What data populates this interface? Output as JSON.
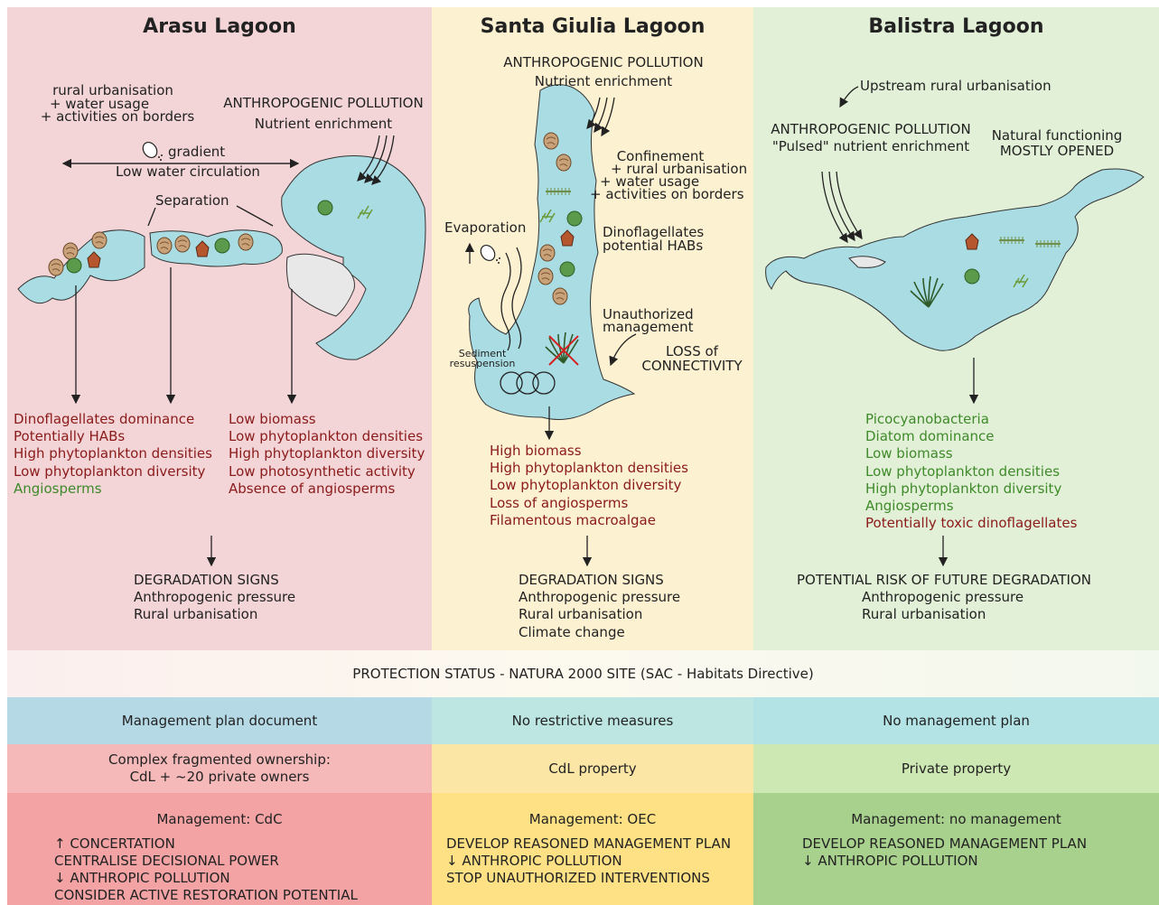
{
  "lagoons": [
    {
      "name": "Arasu Lagoon",
      "drivers": [
        "rural urbanisation",
        "+ water usage",
        "+ activities on borders"
      ],
      "pollution": "ANTHROPOGENIC POLLUTION",
      "nutrient": "Nutrient enrichment",
      "gradient": "gradient",
      "circulation": "Low water circulation",
      "separation": "Separation",
      "list_left": [
        {
          "text": "Dinoflagellates dominance",
          "tone": "negative"
        },
        {
          "text": "Potentially HABs",
          "tone": "negative"
        },
        {
          "text": "High phytoplankton densities",
          "tone": "negative"
        },
        {
          "text": "Low phytoplankton diversity",
          "tone": "negative"
        },
        {
          "text": "Angiosperms",
          "tone": "positive"
        }
      ],
      "list_right": [
        {
          "text": "Low biomass",
          "tone": "negative"
        },
        {
          "text": "Low phytoplankton densities",
          "tone": "negative"
        },
        {
          "text": "High phytoplankton diversity",
          "tone": "negative"
        },
        {
          "text": "Low photosynthetic activity",
          "tone": "negative"
        },
        {
          "text": "Absence of angiosperms",
          "tone": "negative"
        }
      ],
      "outcome": [
        "DEGRADATION SIGNS",
        "Anthropogenic pressure",
        "Rural urbanisation"
      ]
    },
    {
      "name": "Santa Giulia Lagoon",
      "pollution": "ANTHROPOGENIC POLLUTION",
      "nutrient": "Nutrient enrichment",
      "confinement": [
        "Confinement",
        "+ rural urbanisation",
        "+ water usage",
        "+ activities on borders"
      ],
      "evaporation": "Evaporation",
      "dino": [
        "Dinoflagellates",
        "potential HABs"
      ],
      "unauthorized": [
        "Unauthorized",
        "management"
      ],
      "connectivity": [
        "LOSS of",
        "CONNECTIVITY"
      ],
      "sediment": [
        "Sediment",
        "resuspension"
      ],
      "list": [
        {
          "text": "High biomass",
          "tone": "negative"
        },
        {
          "text": "High phytoplankton densities",
          "tone": "negative"
        },
        {
          "text": "Low phytoplankton diversity",
          "tone": "negative"
        },
        {
          "text": "Loss of angiosperms",
          "tone": "negative"
        },
        {
          "text": "Filamentous macroalgae",
          "tone": "negative"
        }
      ],
      "outcome": [
        "DEGRADATION SIGNS",
        "Anthropogenic pressure",
        "Rural urbanisation",
        "Climate change"
      ]
    },
    {
      "name": "Balistra Lagoon",
      "upstream": "Upstream rural urbanisation",
      "pollution": "ANTHROPOGENIC POLLUTION",
      "nutrient": "\"Pulsed\" nutrient enrichment",
      "natural": [
        "Natural functioning",
        "MOSTLY OPENED"
      ],
      "list": [
        {
          "text": "Picocyanobacteria",
          "tone": "positive"
        },
        {
          "text": "Diatom dominance",
          "tone": "positive"
        },
        {
          "text": "Low biomass",
          "tone": "positive"
        },
        {
          "text": "Low phytoplankton densities",
          "tone": "positive"
        },
        {
          "text": "High phytoplankton diversity",
          "tone": "positive"
        },
        {
          "text": "Angiosperms",
          "tone": "positive"
        },
        {
          "text": "Potentially toxic dinoflagellates",
          "tone": "negative"
        }
      ],
      "outcome": [
        "POTENTIAL RISK OF FUTURE DEGRADATION",
        "Anthropogenic pressure",
        "Rural urbanisation"
      ]
    }
  ],
  "protection": "PROTECTION STATUS - NATURA 2000 SITE (SAC - Habitats Directive)",
  "plans": [
    "Management plan document",
    "No restrictive measures",
    "No management plan"
  ],
  "ownership": [
    [
      "Complex fragmented ownership:",
      "CdL + ~20 private owners"
    ],
    [
      "CdL property"
    ],
    [
      "Private property"
    ]
  ],
  "management": [
    {
      "title": "Management: CdC",
      "actions": [
        "↑ CONCERTATION",
        "CENTRALISE DECISIONAL POWER",
        "↓ ANTHROPIC POLLUTION",
        "CONSIDER ACTIVE RESTORATION POTENTIAL"
      ]
    },
    {
      "title": "Management: OEC",
      "actions": [
        "DEVELOP REASONED MANAGEMENT PLAN",
        "↓ ANTHROPIC POLLUTION",
        "STOP UNAUTHORIZED INTERVENTIONS"
      ]
    },
    {
      "title": "Management: no management",
      "actions": [
        "DEVELOP REASONED MANAGEMENT PLAN",
        "↓ ANTHROPIC POLLUTION"
      ]
    }
  ],
  "colors": {
    "water": "#a9dce3",
    "col_arasu": "#f3d5d7",
    "col_santa": "#fcf1d1",
    "col_balistra": "#e2f0d7",
    "negative": "#8b1a1a",
    "positive": "#3f8a2a"
  }
}
